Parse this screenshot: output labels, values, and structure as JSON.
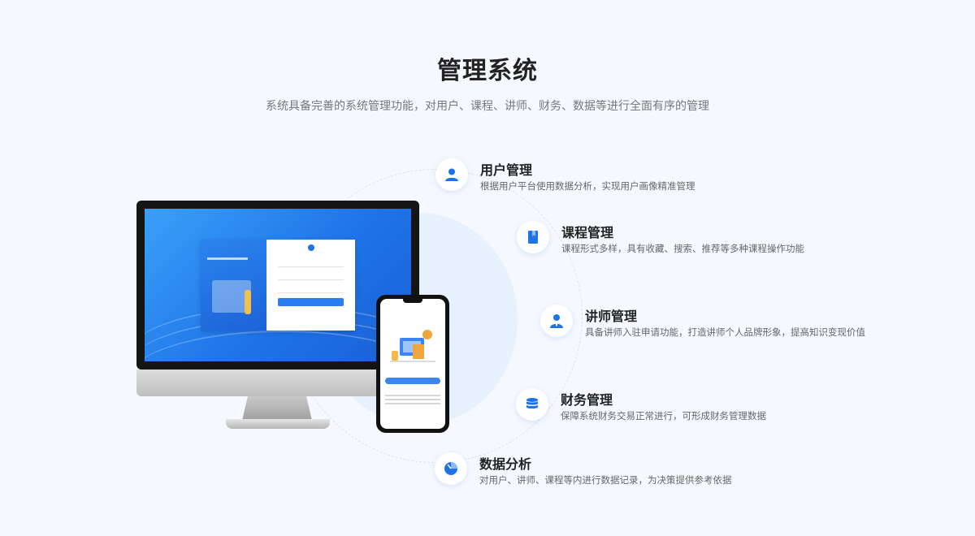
{
  "header": {
    "title": "管理系统",
    "subtitle": "系统具备完善的系统管理功能，对用户、课程、讲师、财务、数据等进行全面有序的管理"
  },
  "features": [
    {
      "icon": "user-icon",
      "title": "用户管理",
      "desc": "根据用户平台使用数据分析，实现用户画像精准管理"
    },
    {
      "icon": "book-icon",
      "title": "课程管理",
      "desc": "课程形式多样，具有收藏、搜索、推荐等多种课程操作功能"
    },
    {
      "icon": "lecturer-icon",
      "title": "讲师管理",
      "desc": "具备讲师入驻申请功能，打造讲师个人品牌形象，提高知识变现价值"
    },
    {
      "icon": "database-icon",
      "title": "财务管理",
      "desc": "保障系统财务交易正常进行，可形成财务管理数据"
    },
    {
      "icon": "pie-chart-icon",
      "title": "数据分析",
      "desc": "对用户、讲师、课程等内进行数据记录，为决策提供参考依据"
    }
  ],
  "colors": {
    "accent": "#1e73e8",
    "background": "#f5f9ff"
  }
}
